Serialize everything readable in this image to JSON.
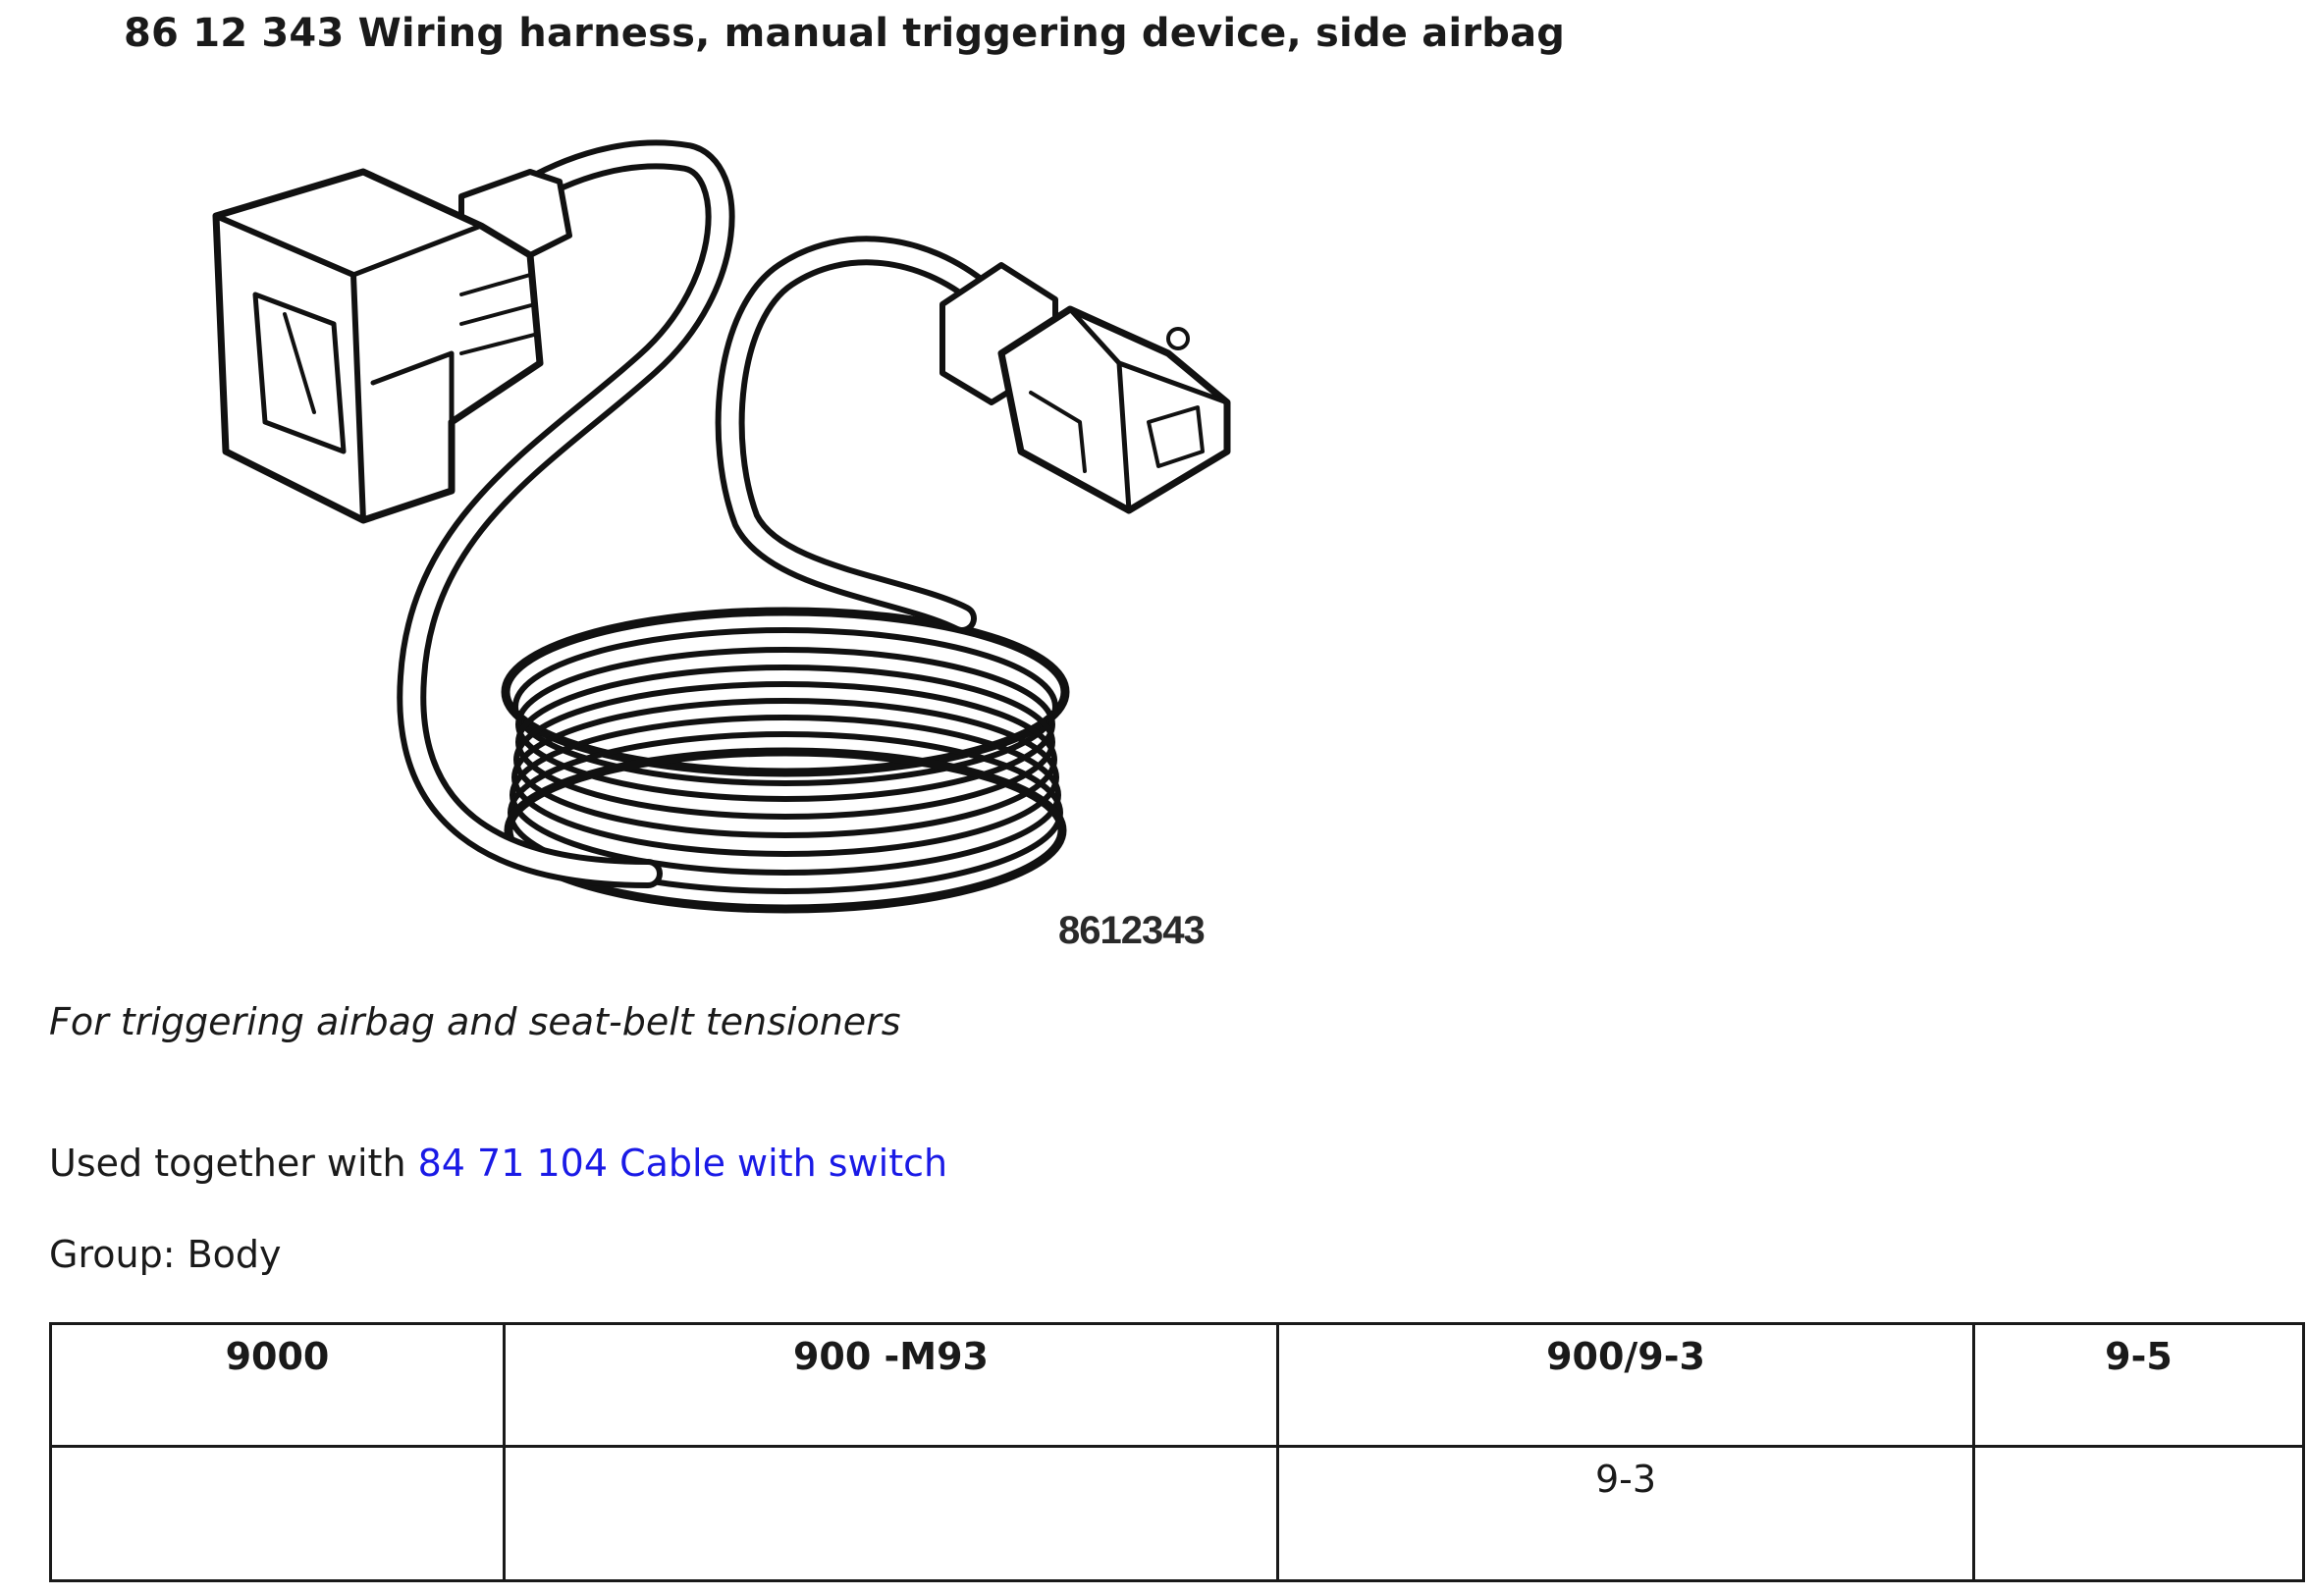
{
  "title": "86 12 343 Wiring harness, manual triggering device, side airbag",
  "figure": {
    "number": "8612343"
  },
  "description": "For triggering airbag and seat-belt tensioners",
  "used_with": {
    "prefix": "Used together with",
    "link_text": "84 71 104 Cable with switch"
  },
  "group": {
    "text": "Group: Body"
  },
  "table": {
    "headers": [
      "9000",
      "900 -M93",
      "900/9-3",
      "9-5"
    ],
    "rows": [
      [
        "",
        "",
        "9-3",
        ""
      ]
    ]
  },
  "colors": {
    "link": "#1a1ae6",
    "text": "#1a1a1a"
  }
}
